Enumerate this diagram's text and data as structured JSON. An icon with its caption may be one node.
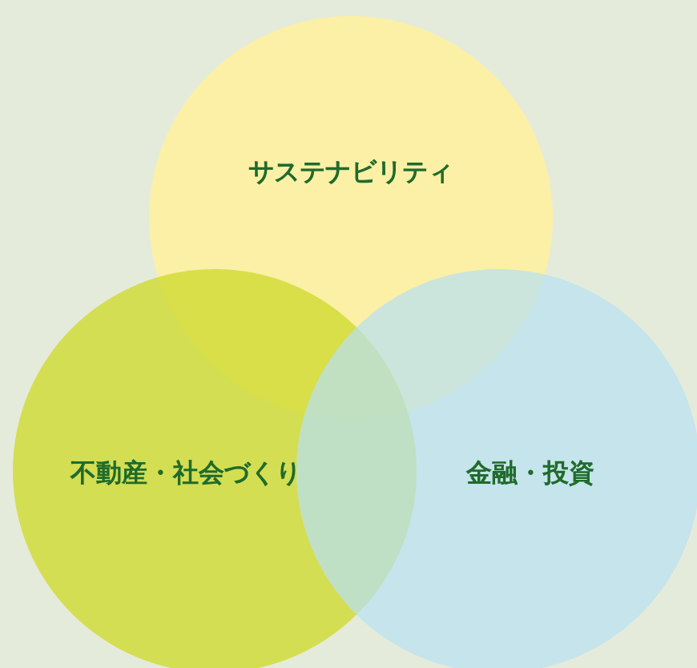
{
  "diagram": {
    "nodes": [
      {
        "text": [
          "サステナビリティ"
        ]
      },
      {
        "text": [
          "不動産・社会づくり"
        ]
      },
      {
        "text": [
          "金融・投資"
        ]
      }
    ]
  }
}
